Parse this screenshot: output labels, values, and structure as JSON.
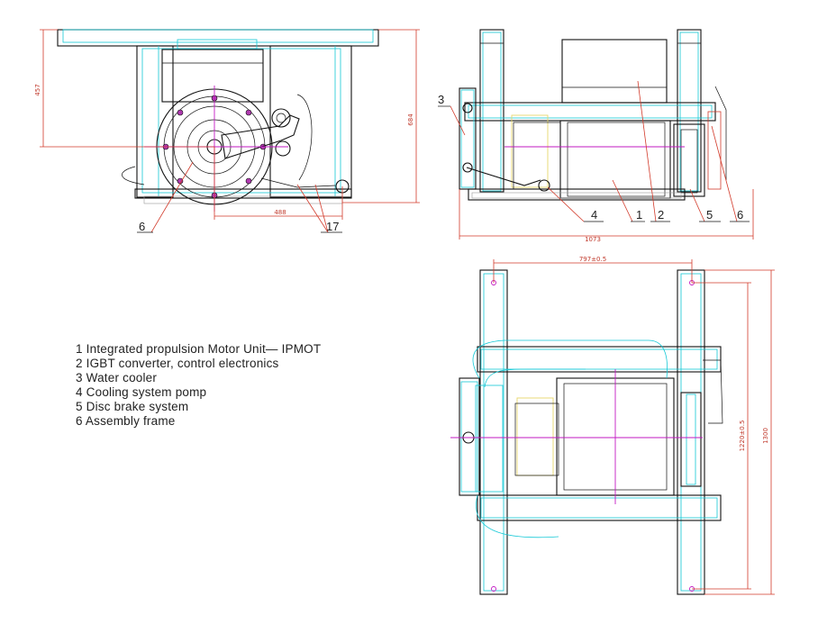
{
  "dimensions": {
    "front_height": "457",
    "front_total_height": "684",
    "front_width": "488",
    "side_length": "1073",
    "top_hole_spacing": "797±0.5",
    "top_inner_length": "1220±0.5",
    "top_total_length": "1300"
  },
  "callouts": {
    "front_frame": "6",
    "front_item17": "17",
    "side_cooler": "3",
    "side_pump": "4",
    "side_motor": "1",
    "side_converter": "2",
    "side_brake": "5",
    "side_frame": "6"
  },
  "legend": [
    "1 Integrated propulsion Motor Unit— IPMOT",
    "2 IGBT converter, control electronics",
    "3 Water cooler",
    "4 Cooling system pomp",
    "5 Disc brake system",
    "6 Assembly frame"
  ],
  "colors": {
    "outline": "#111111",
    "cyan": "#13c8d6",
    "dimension_red": "#d23a2a",
    "centerline_magenta": "#c219c2",
    "yellow": "#e8d76a"
  }
}
